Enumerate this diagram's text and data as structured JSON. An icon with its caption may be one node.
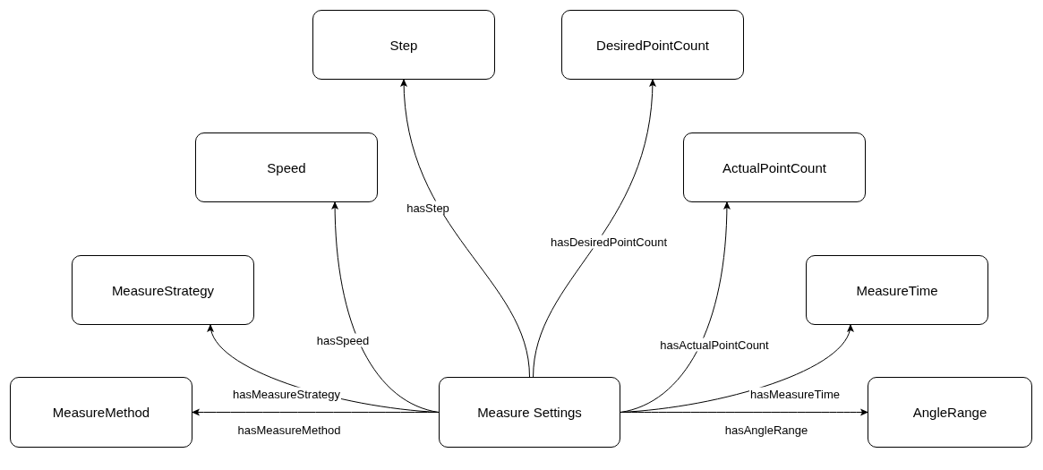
{
  "diagram": {
    "nodes": [
      {
        "text": [
          "Measure Settings"
        ]
      },
      {
        "text": [
          "Step"
        ]
      },
      {
        "text": [
          "DesiredPointCount"
        ]
      },
      {
        "text": [
          "Speed"
        ]
      },
      {
        "text": [
          "ActualPointCount"
        ]
      },
      {
        "text": [
          "MeasureStrategy"
        ]
      },
      {
        "text": [
          "MeasureTime"
        ]
      },
      {
        "text": [
          "MeasureMethod"
        ]
      },
      {
        "text": [
          "AngleRange"
        ]
      }
    ],
    "edges": [
      {
        "from": 0,
        "to": 1,
        "arrow": "to",
        "label": "hasStep"
      },
      {
        "from": 0,
        "to": 2,
        "arrow": "to",
        "label": "hasDesiredPointCount"
      },
      {
        "from": 0,
        "to": 3,
        "arrow": "to",
        "label": "hasSpeed"
      },
      {
        "from": 0,
        "to": 4,
        "arrow": "to",
        "label": "hasActualPointCount"
      },
      {
        "from": 0,
        "to": 5,
        "arrow": "to",
        "label": "hasMeasureStrategy"
      },
      {
        "from": 0,
        "to": 6,
        "arrow": "to",
        "label": "hasMeasureTime"
      },
      {
        "from": 0,
        "to": 7,
        "arrow": "to",
        "label": "hasMeasureMethod"
      },
      {
        "from": 0,
        "to": 8,
        "arrow": "to",
        "label": "hasAngleRange"
      }
    ]
  }
}
